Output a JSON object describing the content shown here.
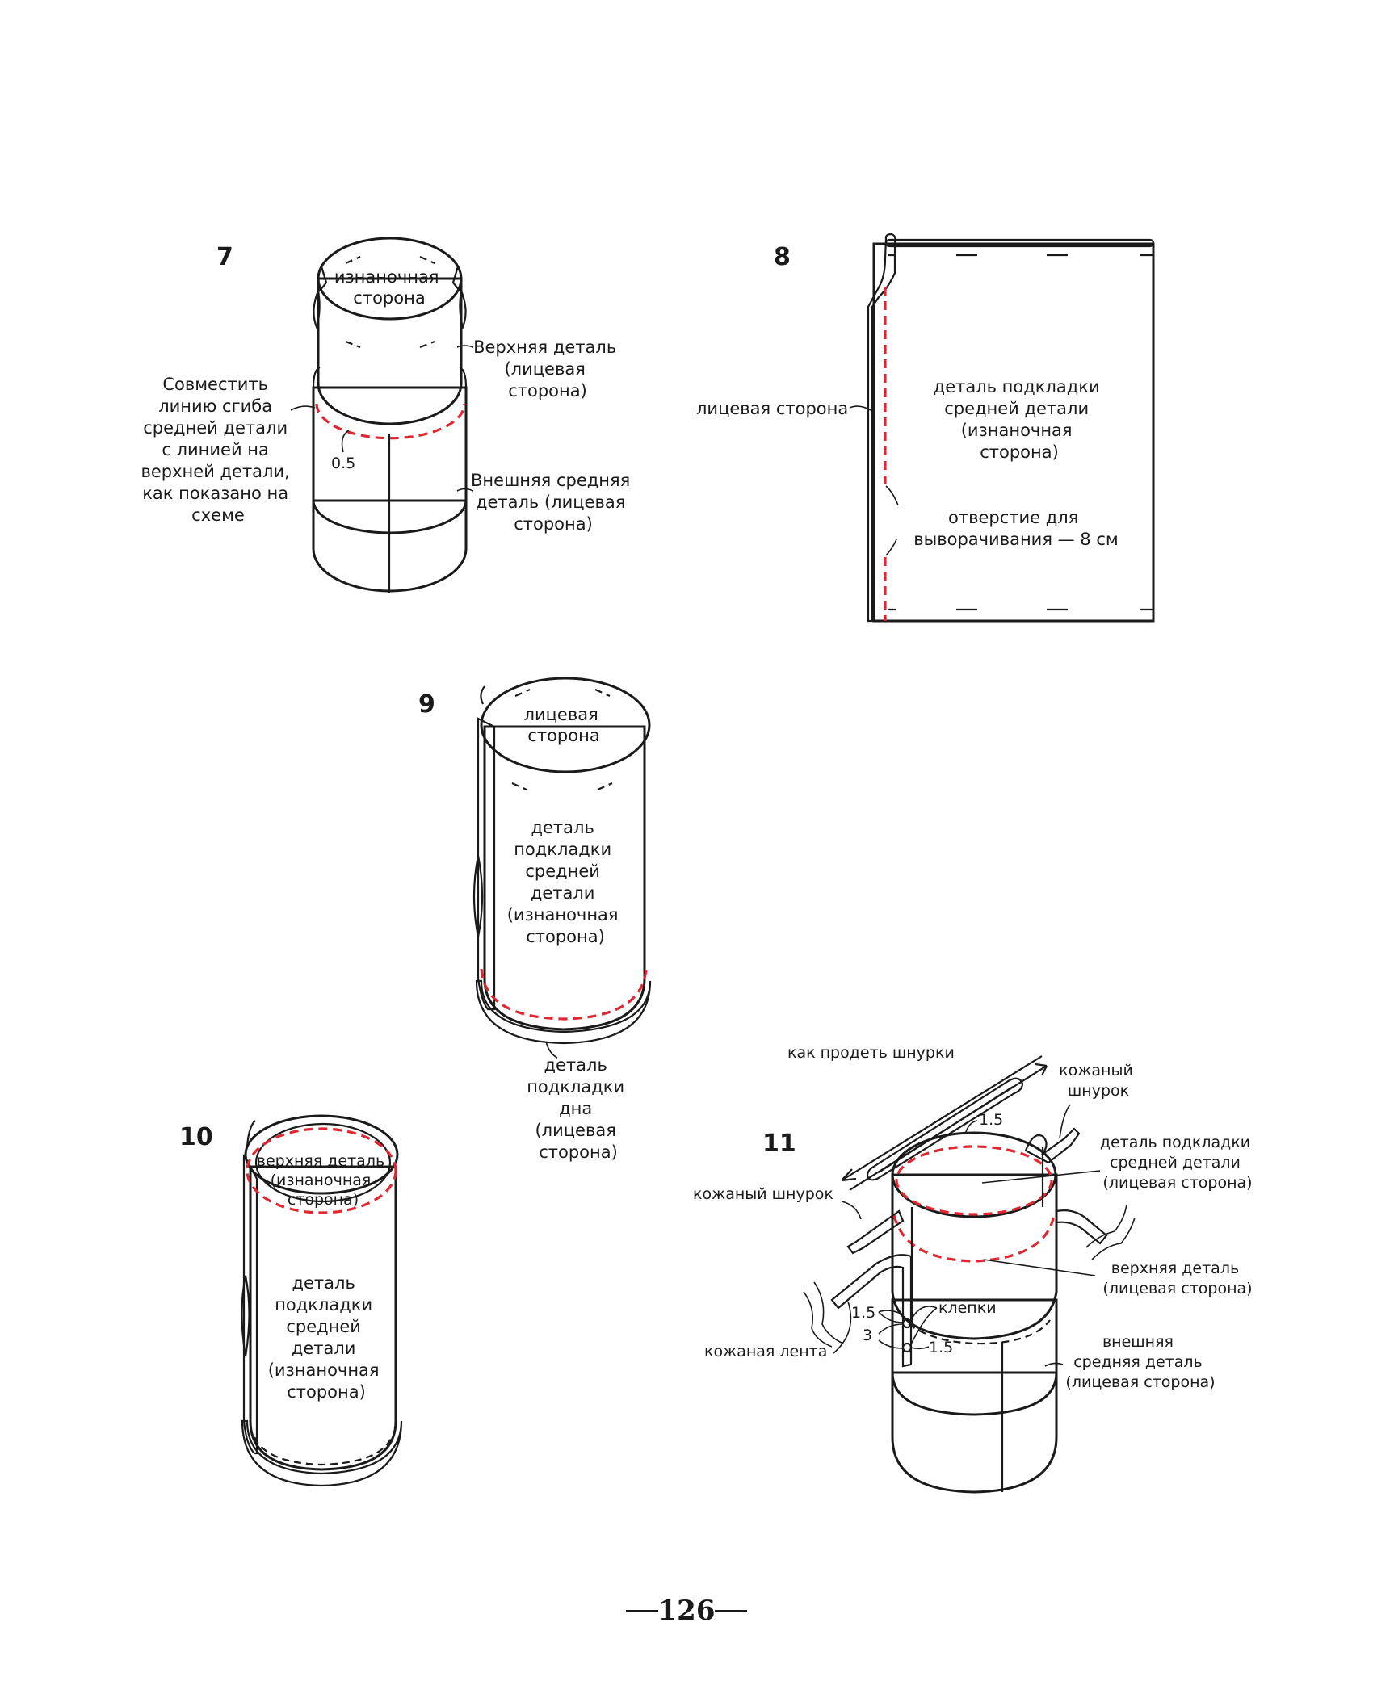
{
  "colors": {
    "blue": "#a9bfd8",
    "pink": "#f5bcd6",
    "salmon": "#f7bfb3",
    "leather": "#d9c39a",
    "red_stitch": "#e02630",
    "outline": "#1a1a1a"
  },
  "steps": {
    "s7": {
      "number": "7",
      "inner_label": [
        "изнаночная",
        "сторона"
      ],
      "callout_top": [
        "Верхняя деталь",
        "(лицевая",
        "сторона)"
      ],
      "callout_mid": [
        "Внешняя средняя",
        "деталь (лицевая",
        "сторона)"
      ],
      "callout_left": [
        "Совместить",
        "линию сгиба",
        "средней детали",
        "с линией на",
        "верхней детали,",
        "как показано на",
        "схеме"
      ],
      "measure": "0.5"
    },
    "s8": {
      "number": "8",
      "left_label": "лицевая сторона",
      "center_label": [
        "деталь подкладки",
        "средней детали",
        "(изнаночная",
        "сторона)"
      ],
      "opening_label": [
        "отверстие для",
        "выворачивания — 8 см"
      ]
    },
    "s9": {
      "number": "9",
      "top_label": [
        "лицевая",
        "сторона"
      ],
      "body_label": [
        "деталь",
        "подкладки",
        "средней",
        "детали",
        "(изнаночная",
        "сторона)"
      ],
      "bottom_label": [
        "деталь",
        "подкладки",
        "дна",
        "(лицевая",
        "сторона)"
      ]
    },
    "s10": {
      "number": "10",
      "top_label": [
        "верхняя деталь",
        "(изнаночная",
        "сторона)"
      ],
      "body_label": [
        "деталь",
        "подкладки",
        "средней",
        "детали",
        "(изнаночная",
        "сторона)"
      ]
    },
    "s11": {
      "number": "11",
      "threading_label": "как продеть шнурки",
      "cord_right": [
        "кожаный",
        "шнурок"
      ],
      "cord_left": "кожаный шнурок",
      "lining_label": [
        "деталь подкладки",
        "средней детали",
        "(лицевая сторона)"
      ],
      "upper_label": [
        "верхняя деталь",
        "(лицевая сторона)"
      ],
      "outer_mid_label": [
        "внешняя",
        "средняя деталь",
        "(лицевая сторона)"
      ],
      "strap_label": "кожаная лента",
      "rivets_label": "клепки",
      "m_top": "1.5",
      "m_rivet_top": "1.5",
      "m_rivet_gap": "3",
      "m_rivet_bottom": "1.5"
    }
  },
  "footer": {
    "page_number": "126"
  }
}
